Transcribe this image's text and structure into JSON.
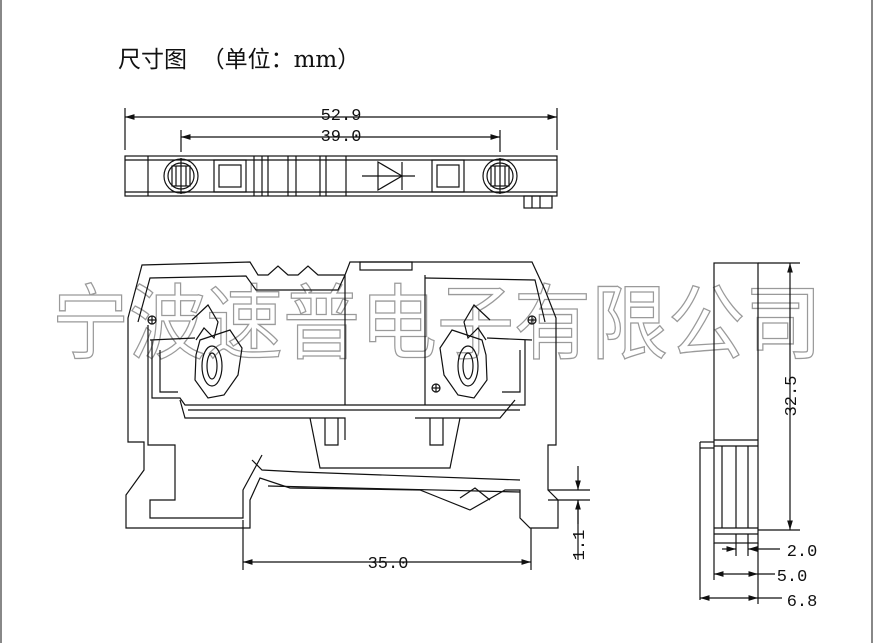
{
  "title": "尺寸图  （单位：mm）",
  "watermark": "宁波速普电子有限公司",
  "dimensions": {
    "top_overall": "52.9",
    "top_holes": "39.0",
    "front_base": "35.0",
    "front_small": "1.1",
    "side_height": "32.5",
    "side_2": "2.0",
    "side_5": "5.0",
    "side_6_8": "6.8"
  },
  "colors": {
    "line": "#111111",
    "watermark": "#9a9a9a"
  }
}
